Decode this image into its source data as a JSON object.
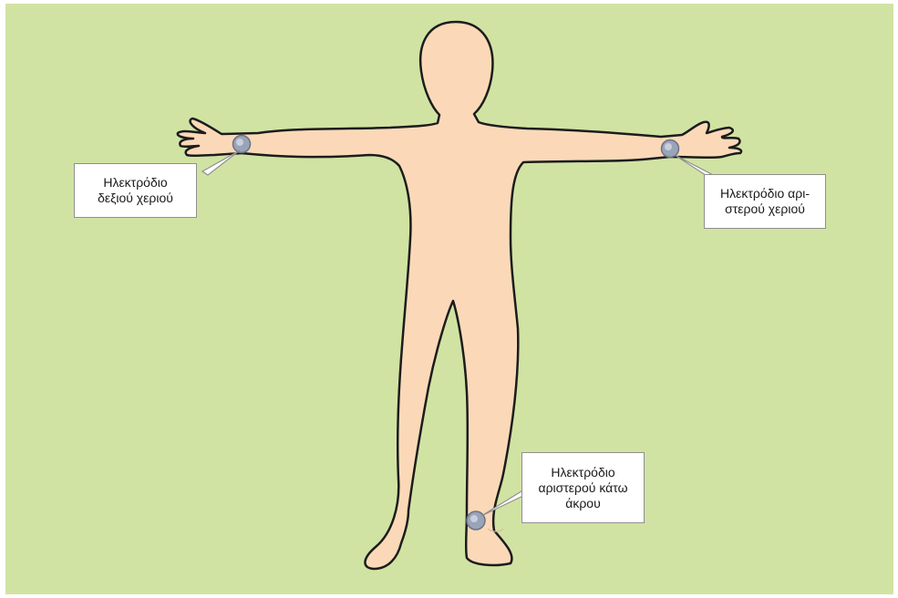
{
  "labels": {
    "right_hand": [
      "Ηλεκτρόδιο",
      "δεξιού χεριού"
    ],
    "left_hand": [
      "Ηλεκτρόδιο αρι-",
      "στερού χεριού"
    ],
    "left_leg": [
      "Ηλεκτρόδιο",
      "αριστερού κάτω",
      "άκρου"
    ]
  },
  "colors": {
    "background": "#d1e3a3",
    "skin": "#fbd9b8",
    "outline": "#1c1c1c",
    "electrode": "#9aa4b8",
    "label_border": "#8f8f8f"
  }
}
